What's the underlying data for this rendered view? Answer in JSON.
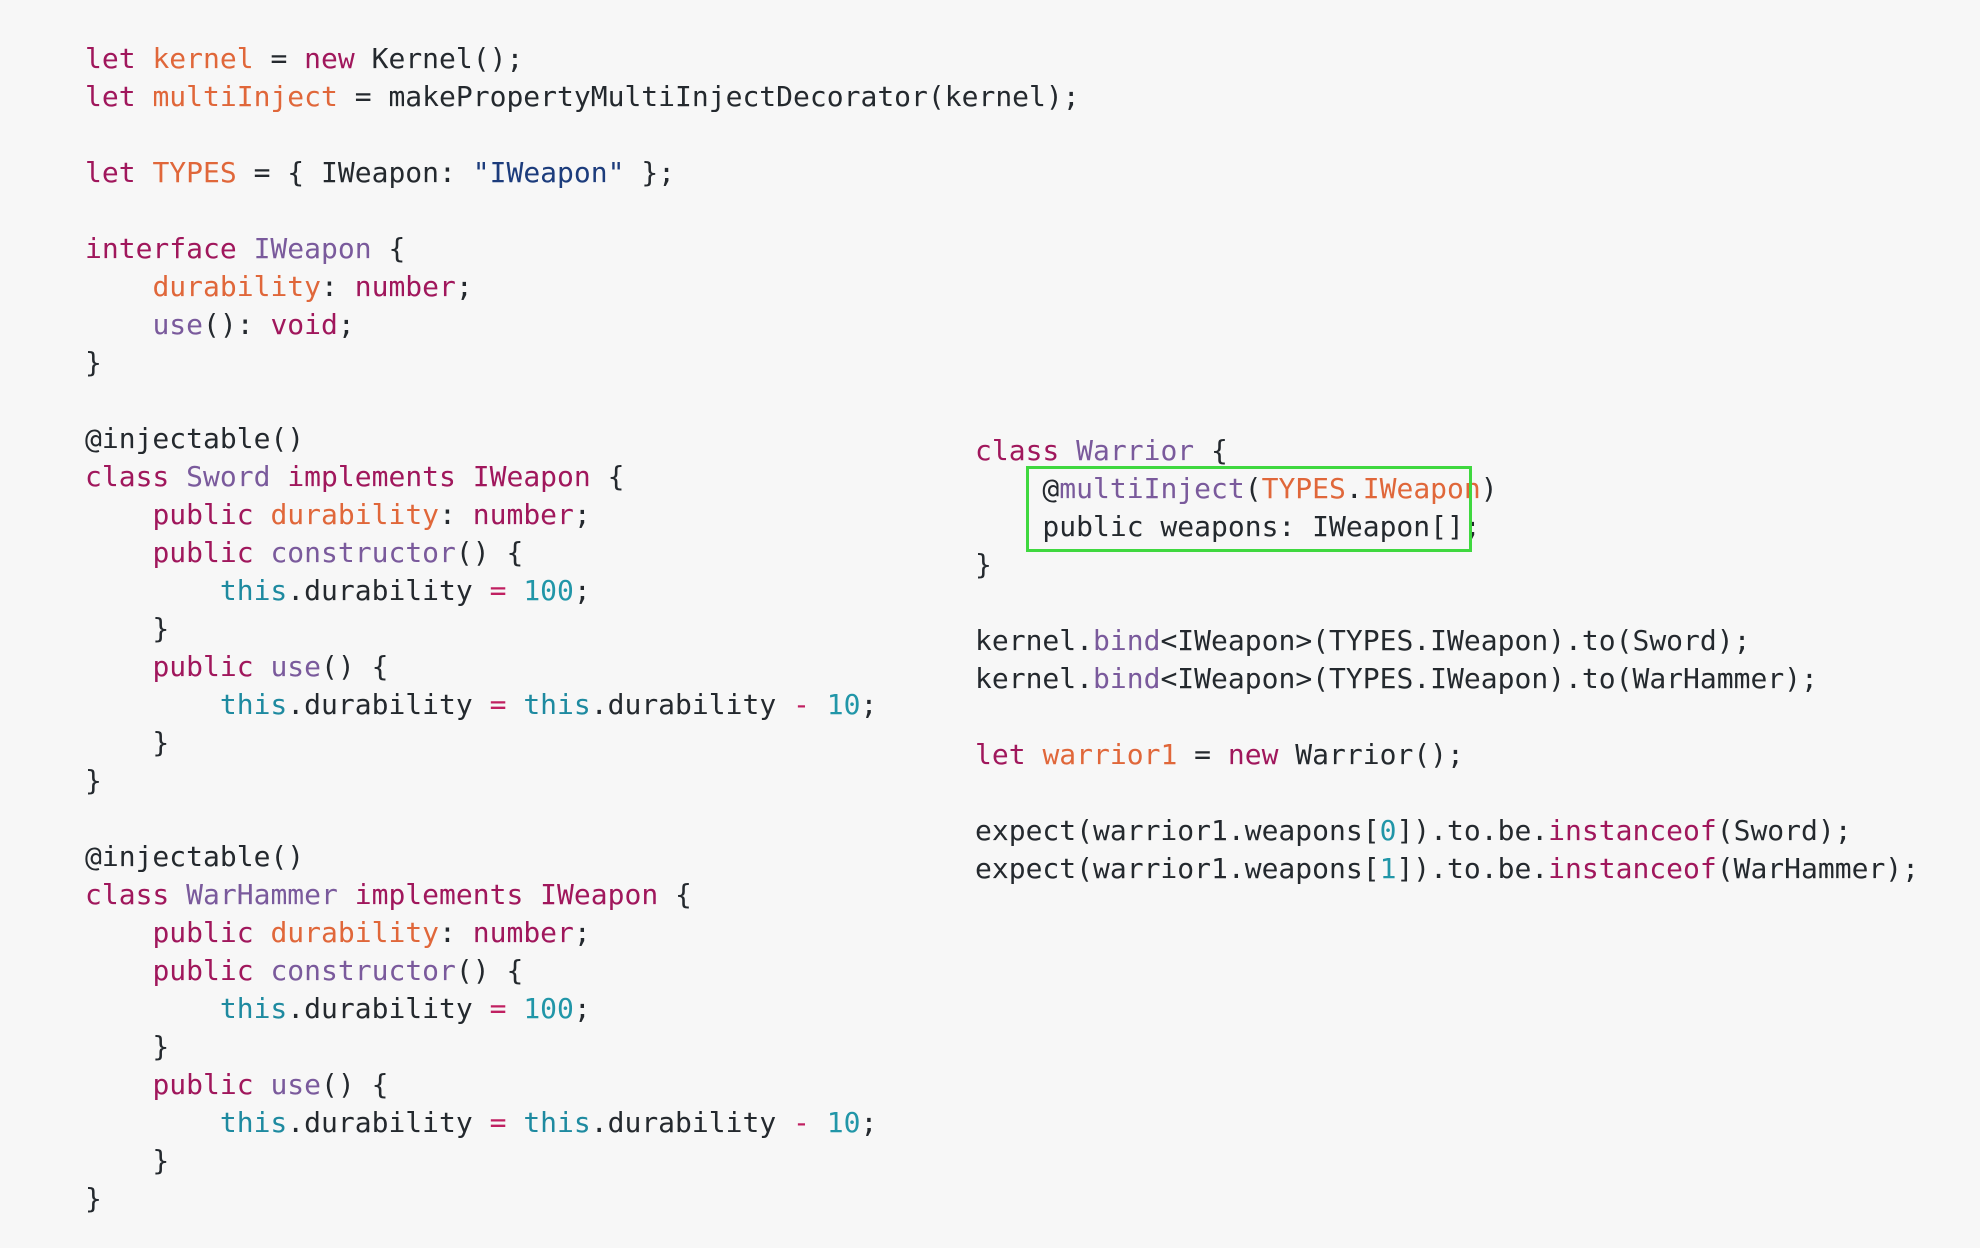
{
  "colors": {
    "background": "#f7f7f7",
    "keyword": "#a0175c",
    "variable": "#e0673a",
    "class_name": "#7a5a9c",
    "string": "#1c3c7c",
    "number": "#2196a8",
    "this": "#1e8aa0",
    "operator": "#c02061",
    "plain": "#24292e",
    "highlight_border": "#3fd83f"
  },
  "code": {
    "left": [
      [
        [
          "kw",
          "let"
        ],
        [
          "plain",
          " "
        ],
        [
          "var",
          "kernel"
        ],
        [
          "plain",
          " = "
        ],
        [
          "kw",
          "new"
        ],
        [
          "plain",
          " Kernel();"
        ]
      ],
      [
        [
          "kw",
          "let"
        ],
        [
          "plain",
          " "
        ],
        [
          "var",
          "multiInject"
        ],
        [
          "plain",
          " = makePropertyMultiInjectDecorator(kernel);"
        ]
      ],
      [],
      [
        [
          "kw",
          "let"
        ],
        [
          "plain",
          " "
        ],
        [
          "var",
          "TYPES"
        ],
        [
          "plain",
          " = { IWeapon: "
        ],
        [
          "str",
          "\"IWeapon\""
        ],
        [
          "plain",
          " };"
        ]
      ],
      [],
      [
        [
          "kw",
          "interface"
        ],
        [
          "plain",
          " "
        ],
        [
          "cls",
          "IWeapon"
        ],
        [
          "plain",
          " {"
        ]
      ],
      [
        [
          "plain",
          "    "
        ],
        [
          "var",
          "durability"
        ],
        [
          "plain",
          ": "
        ],
        [
          "kw",
          "number"
        ],
        [
          "plain",
          ";"
        ]
      ],
      [
        [
          "plain",
          "    "
        ],
        [
          "cls",
          "use"
        ],
        [
          "plain",
          "(): "
        ],
        [
          "kw",
          "void"
        ],
        [
          "plain",
          ";"
        ]
      ],
      [
        [
          "plain",
          "}"
        ]
      ],
      [],
      [
        [
          "plain",
          "@injectable()"
        ]
      ],
      [
        [
          "kw",
          "class"
        ],
        [
          "plain",
          " "
        ],
        [
          "cls",
          "Sword"
        ],
        [
          "plain",
          " "
        ],
        [
          "kw",
          "implements"
        ],
        [
          "plain",
          " "
        ],
        [
          "kw",
          "IWeapon"
        ],
        [
          "plain",
          " {"
        ]
      ],
      [
        [
          "plain",
          "    "
        ],
        [
          "kw",
          "public"
        ],
        [
          "plain",
          " "
        ],
        [
          "var",
          "durability"
        ],
        [
          "plain",
          ": "
        ],
        [
          "kw",
          "number"
        ],
        [
          "plain",
          ";"
        ]
      ],
      [
        [
          "plain",
          "    "
        ],
        [
          "kw",
          "public"
        ],
        [
          "plain",
          " "
        ],
        [
          "cls",
          "constructor"
        ],
        [
          "plain",
          "() {"
        ]
      ],
      [
        [
          "plain",
          "        "
        ],
        [
          "ths",
          "this"
        ],
        [
          "plain",
          ".durability "
        ],
        [
          "op",
          "="
        ],
        [
          "plain",
          " "
        ],
        [
          "num",
          "100"
        ],
        [
          "plain",
          ";"
        ]
      ],
      [
        [
          "plain",
          "    }"
        ]
      ],
      [
        [
          "plain",
          "    "
        ],
        [
          "kw",
          "public"
        ],
        [
          "plain",
          " "
        ],
        [
          "cls",
          "use"
        ],
        [
          "plain",
          "() {"
        ]
      ],
      [
        [
          "plain",
          "        "
        ],
        [
          "ths",
          "this"
        ],
        [
          "plain",
          ".durability "
        ],
        [
          "op",
          "="
        ],
        [
          "plain",
          " "
        ],
        [
          "ths",
          "this"
        ],
        [
          "plain",
          ".durability "
        ],
        [
          "op",
          "-"
        ],
        [
          "plain",
          " "
        ],
        [
          "num",
          "10"
        ],
        [
          "plain",
          ";"
        ]
      ],
      [
        [
          "plain",
          "    }"
        ]
      ],
      [
        [
          "plain",
          "}"
        ]
      ],
      [],
      [
        [
          "plain",
          "@injectable()"
        ]
      ],
      [
        [
          "kw",
          "class"
        ],
        [
          "plain",
          " "
        ],
        [
          "cls",
          "WarHammer"
        ],
        [
          "plain",
          " "
        ],
        [
          "kw",
          "implements"
        ],
        [
          "plain",
          " "
        ],
        [
          "kw",
          "IWeapon"
        ],
        [
          "plain",
          " {"
        ]
      ],
      [
        [
          "plain",
          "    "
        ],
        [
          "kw",
          "public"
        ],
        [
          "plain",
          " "
        ],
        [
          "var",
          "durability"
        ],
        [
          "plain",
          ": "
        ],
        [
          "kw",
          "number"
        ],
        [
          "plain",
          ";"
        ]
      ],
      [
        [
          "plain",
          "    "
        ],
        [
          "kw",
          "public"
        ],
        [
          "plain",
          " "
        ],
        [
          "cls",
          "constructor"
        ],
        [
          "plain",
          "() {"
        ]
      ],
      [
        [
          "plain",
          "        "
        ],
        [
          "ths",
          "this"
        ],
        [
          "plain",
          ".durability "
        ],
        [
          "op",
          "="
        ],
        [
          "plain",
          " "
        ],
        [
          "num",
          "100"
        ],
        [
          "plain",
          ";"
        ]
      ],
      [
        [
          "plain",
          "    }"
        ]
      ],
      [
        [
          "plain",
          "    "
        ],
        [
          "kw",
          "public"
        ],
        [
          "plain",
          " "
        ],
        [
          "cls",
          "use"
        ],
        [
          "plain",
          "() {"
        ]
      ],
      [
        [
          "plain",
          "        "
        ],
        [
          "ths",
          "this"
        ],
        [
          "plain",
          ".durability "
        ],
        [
          "op",
          "="
        ],
        [
          "plain",
          " "
        ],
        [
          "ths",
          "this"
        ],
        [
          "plain",
          ".durability "
        ],
        [
          "op",
          "-"
        ],
        [
          "plain",
          " "
        ],
        [
          "num",
          "10"
        ],
        [
          "plain",
          ";"
        ]
      ],
      [
        [
          "plain",
          "    }"
        ]
      ],
      [
        [
          "plain",
          "}"
        ]
      ]
    ],
    "right": [
      [
        [
          "kw",
          "class"
        ],
        [
          "plain",
          " "
        ],
        [
          "cls",
          "Warrior"
        ],
        [
          "plain",
          " {"
        ]
      ],
      [
        [
          "plain",
          "    @"
        ],
        [
          "cls",
          "multiInject"
        ],
        [
          "plain",
          "("
        ],
        [
          "var",
          "TYPES"
        ],
        [
          "plain",
          "."
        ],
        [
          "var",
          "IWeapon"
        ],
        [
          "plain",
          ")"
        ]
      ],
      [
        [
          "plain",
          "    public weapons: IWeapon[];"
        ]
      ],
      [
        [
          "plain",
          "}"
        ]
      ],
      [],
      [
        [
          "plain",
          "kernel."
        ],
        [
          "cls",
          "bind"
        ],
        [
          "plain",
          "<IWeapon>(TYPES.IWeapon).to(Sword);"
        ]
      ],
      [
        [
          "plain",
          "kernel."
        ],
        [
          "cls",
          "bind"
        ],
        [
          "plain",
          "<IWeapon>(TYPES.IWeapon).to(WarHammer);"
        ]
      ],
      [],
      [
        [
          "kw",
          "let"
        ],
        [
          "plain",
          " "
        ],
        [
          "var",
          "warrior1"
        ],
        [
          "plain",
          " = "
        ],
        [
          "kw",
          "new"
        ],
        [
          "plain",
          " Warrior();"
        ]
      ],
      [],
      [
        [
          "plain",
          "expect(warrior1.weapons["
        ],
        [
          "num",
          "0"
        ],
        [
          "plain",
          "]).to.be."
        ],
        [
          "kw",
          "instanceof"
        ],
        [
          "plain",
          "(Sword);"
        ]
      ],
      [
        [
          "plain",
          "expect(warrior1.weapons["
        ],
        [
          "num",
          "1"
        ],
        [
          "plain",
          "]).to.be."
        ],
        [
          "kw",
          "instanceof"
        ],
        [
          "plain",
          "(WarHammer);"
        ]
      ]
    ]
  }
}
